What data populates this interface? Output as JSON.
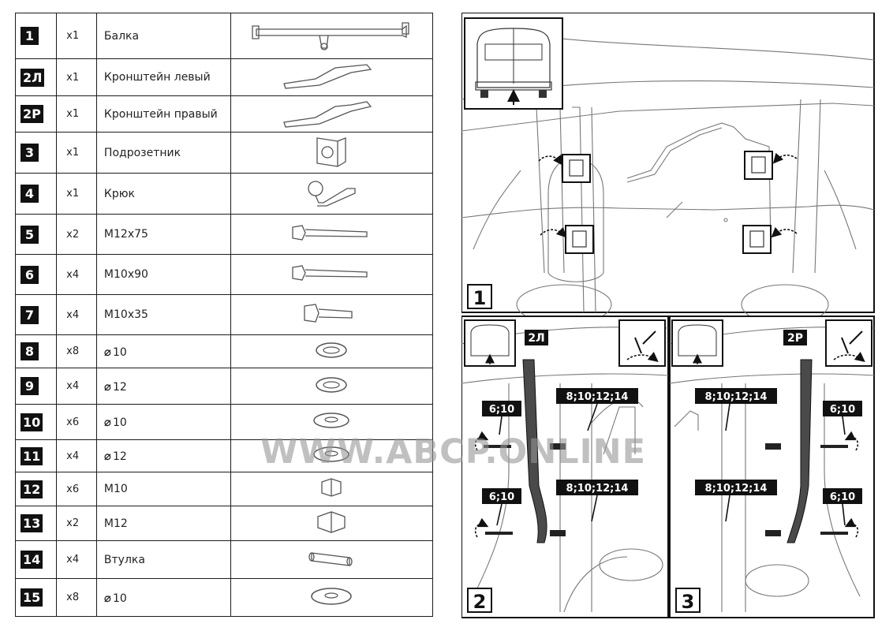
{
  "parts": [
    {
      "num": "1",
      "qty": "x1",
      "name": "Балка",
      "icon": "beam-icon"
    },
    {
      "num": "2Л",
      "qty": "x1",
      "name": "Кронштейн левый",
      "icon": "bracket-left-icon"
    },
    {
      "num": "2Р",
      "qty": "x1",
      "name": "Кронштейн правый",
      "icon": "bracket-right-icon"
    },
    {
      "num": "3",
      "qty": "x1",
      "name": "Подрозетник",
      "icon": "socket-plate-icon"
    },
    {
      "num": "4",
      "qty": "x1",
      "name": "Крюк",
      "icon": "hook-ball-icon"
    },
    {
      "num": "5",
      "qty": "x2",
      "name": "М12х75",
      "icon": "bolt-long-icon"
    },
    {
      "num": "6",
      "qty": "x4",
      "name": "М10х90",
      "icon": "bolt-long-icon"
    },
    {
      "num": "7",
      "qty": "x4",
      "name": "М10х35",
      "icon": "bolt-short-icon"
    },
    {
      "num": "8",
      "qty": "x8",
      "diameter": "⌀",
      "name": "10",
      "icon": "spring-washer-icon"
    },
    {
      "num": "9",
      "qty": "x4",
      "diameter": "⌀",
      "name": "12",
      "icon": "spring-washer-icon"
    },
    {
      "num": "10",
      "qty": "x6",
      "diameter": "⌀",
      "name": "10",
      "icon": "flat-washer-icon"
    },
    {
      "num": "11",
      "qty": "x4",
      "diameter": "⌀",
      "name": "12",
      "icon": "flat-washer-icon"
    },
    {
      "num": "12",
      "qty": "x6",
      "name": "М10",
      "icon": "nut-small-icon"
    },
    {
      "num": "13",
      "qty": "x2",
      "name": "М12",
      "icon": "nut-large-icon"
    },
    {
      "num": "14",
      "qty": "x4",
      "name": "Втулка",
      "icon": "bushing-icon"
    },
    {
      "num": "15",
      "qty": "x8",
      "diameter": "⌀",
      "name": "10",
      "icon": "large-washer-icon"
    }
  ],
  "steps": {
    "step1": {
      "number": "1"
    },
    "step2": {
      "number": "2",
      "bracket_label": "2Л",
      "top_label": "8;10;12;14",
      "side_top_label": "6;10",
      "bottom_label": "8;10;12;14",
      "side_bottom_label": "6;10"
    },
    "step3": {
      "number": "3",
      "bracket_label": "2Р",
      "top_label": "8;10;12;14",
      "side_top_label": "6;10",
      "bottom_label": "8;10;12;14",
      "side_bottom_label": "6;10"
    }
  },
  "watermark": "WWW.ABCP.ONLINE"
}
